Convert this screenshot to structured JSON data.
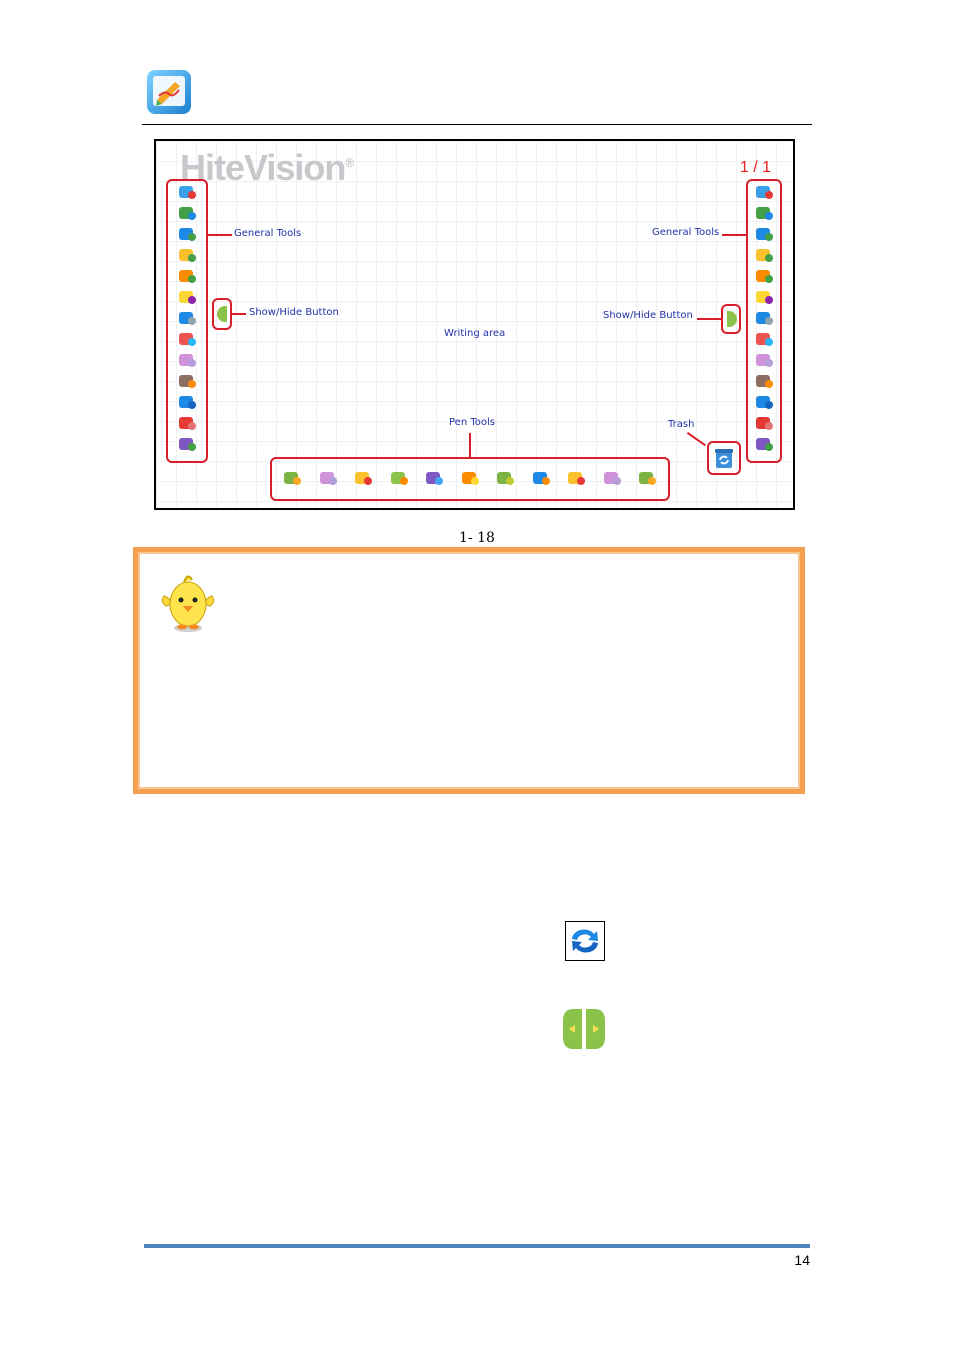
{
  "figure": {
    "brand_name": "HiteVision",
    "brand_mark": "®",
    "page_indicator": "1 / 1",
    "callouts": {
      "general_tools_left": "General Tools",
      "general_tools_right": "General Tools",
      "show_hide_left": "Show/Hide Button",
      "show_hide_right": "Show/Hide Button",
      "writing_area": "Writing area",
      "pen_tools": "Pen Tools",
      "trash": "Trash"
    },
    "general_tool_icons": [
      "home-icon",
      "list-icon",
      "settings-list-icon",
      "add-page-icon",
      "page-list-icon",
      "star-icon",
      "image-gallery-icon",
      "eraser-pink-icon",
      "eraser-block-icon",
      "hammer-tool-icon",
      "refresh-icon",
      "undo-icon",
      "pen-settings-icon"
    ],
    "pen_tool_icons": [
      "brush-cup-icon",
      "eraser-icon",
      "palette-icon",
      "brush-green-icon",
      "pen-purple-icon",
      "marker-orange-icon",
      "pen-green-icon",
      "pen-blue-icon",
      "palette-icon",
      "eraser-icon",
      "brush-cup-icon"
    ]
  },
  "caption": "1- 18",
  "page_number": "14",
  "icons": {
    "header_logo": "whiteboard-app-icon",
    "mascot": "chick-mascot-icon",
    "refresh": "refresh-icon",
    "show_hide": "show-hide-toggle-icon",
    "trash": "recycle-bin-icon"
  },
  "colors": {
    "callout_text": "#2233aa",
    "callout_line": "#d81e2a",
    "tip_border": "#f4a050",
    "footer_rule": "#4f81bd"
  }
}
